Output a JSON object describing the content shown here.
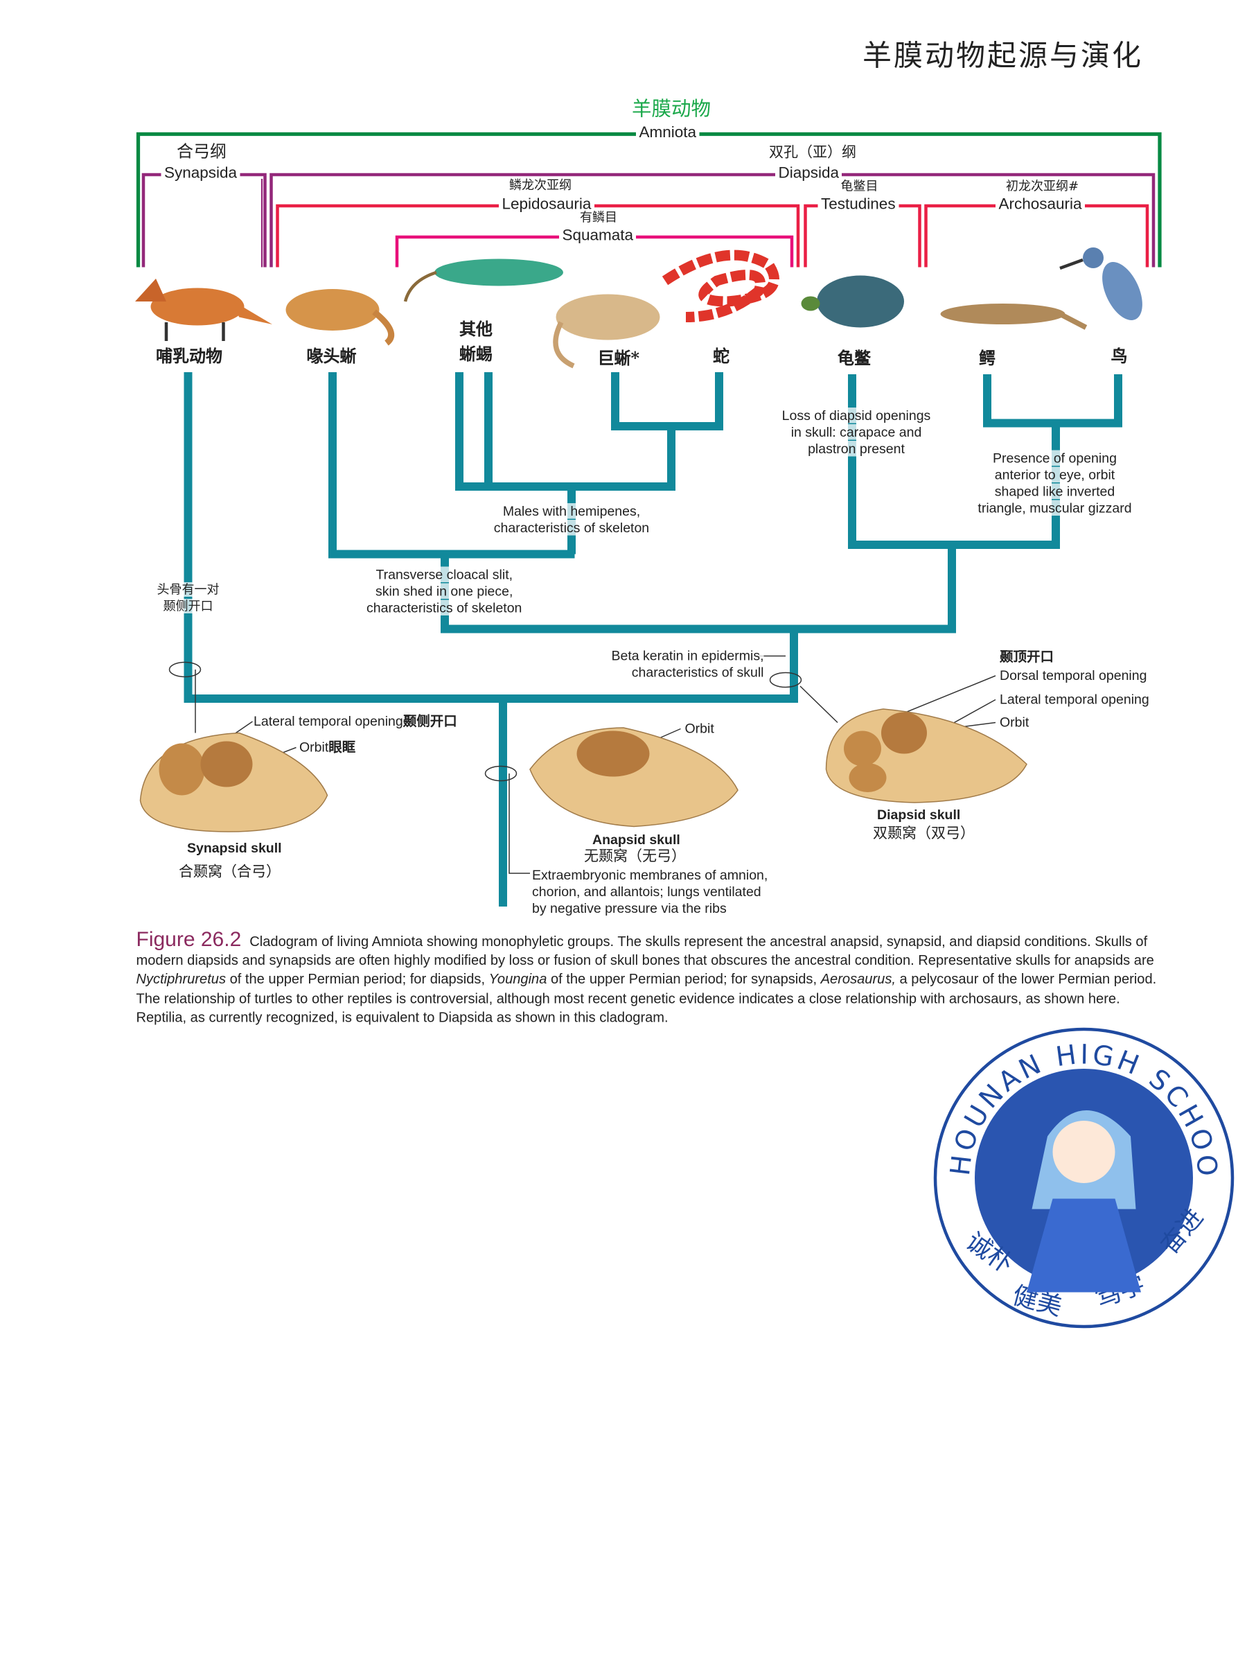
{
  "page_title": "羊膜动物起源与演化",
  "clades": {
    "amniota_cn": "羊膜动物",
    "amniota": "Amniota",
    "synapsida_cn": "合弓纲",
    "synapsida": "Synapsida",
    "diapsida_cn": "双孔（亚）纲",
    "diapsida": "Diapsida",
    "lepidosauria_cn": "鳞龙次亚纲",
    "lepidosauria": "Lepidosauria",
    "squamata_cn": "有鳞目",
    "squamata": "Squamata",
    "testudines_cn": "龟鳖目",
    "testudines": "Testudines",
    "archosauria_cn": "初龙次亚纲#",
    "archosauria": "Archosauria"
  },
  "taxa": {
    "mammals": "哺乳动物",
    "tuatara": "喙头蜥",
    "other_lizards_1": "其他",
    "other_lizards_2": "蜥蜴",
    "gila": "巨蜥*",
    "snakes": "蛇",
    "turtles": "龟鳖",
    "crocodiles": "鳄",
    "birds": "鸟"
  },
  "notes": {
    "turtle_1": "Loss of diapsid openings",
    "turtle_2": "in skull: carapace and",
    "turtle_3": "plastron present",
    "archo_1": "Presence of opening",
    "archo_2": "anterior to eye, orbit",
    "archo_3": "shaped like inverted",
    "archo_4": "triangle, muscular gizzard",
    "squam_1": "Males with hemipenes,",
    "squam_2": "characteristics of skeleton",
    "lepido_1": "Transverse cloacal slit,",
    "lepido_2": "skin shed in one piece,",
    "lepido_3": "characteristics of skeleton",
    "syn_cn_1": "头骨有一对",
    "syn_cn_2": "颞侧开口",
    "diap_1": "Beta keratin in epidermis,",
    "diap_2": "characteristics of skull",
    "amn_1": "Extraembryonic membranes of amnion,",
    "amn_2": "chorion, and allantois; lungs ventilated",
    "amn_3": "by negative pressure via the ribs"
  },
  "skulls": {
    "synapsid": {
      "title": "Synapsid skull",
      "title_cn": "合颞窝（合弓）",
      "lateral": "Lateral temporal opening",
      "lateral_cn": "颞侧开口",
      "orbit": "Orbit",
      "orbit_cn": "眼眶"
    },
    "anapsid": {
      "title": "Anapsid skull",
      "title_cn": "无颞窝（无弓）",
      "orbit": "Orbit"
    },
    "diapsid": {
      "title": "Diapsid skull",
      "title_cn": "双颞窝（双弓）",
      "dorsal_cn": "颞顶开口",
      "dorsal": "Dorsal temporal opening",
      "lateral": "Lateral temporal opening",
      "orbit": "Orbit"
    }
  },
  "caption": {
    "figure": "Figure 26.2",
    "p1": "Cladogram of living Amniota showing monophyletic groups. The skulls represent the ancestral anapsid, synapsid, and diapsid conditions. Skulls of modern diapsids and synapsids are often highly modified by loss or fusion of skull bones that obscures the ancestral condition. Representative skulls for anapsids are ",
    "i1": "Nyctiphruretus",
    "p2": " of the upper Permian period; for diapsids, ",
    "i2": "Youngina",
    "p3": " of the upper Permian period; for synapsids, ",
    "i3": "Aerosaurus,",
    "p4": " a pelycosaur of the lower Permian period. The relationship of turtles to other reptiles is controversial, although most recent genetic evidence indicates a close relationship with archosaurs, as shown here. Reptilia, as currently recognized, is equivalent to Diapsida as shown in this cladogram."
  },
  "logo": {
    "top": "ZHOUNAN HIGH SCHOOL",
    "bottom_left": "诚朴",
    "bottom_mid": "健美",
    "bottom_mid2": "笃学",
    "bottom_right": "奋进"
  },
  "colors": {
    "green": "#078a43",
    "purple": "#93287a",
    "red": "#ea1f45",
    "pink": "#e8107a",
    "teal": "#11899b",
    "caption": "#8b2a5f",
    "logo": "#1f4aa0"
  }
}
